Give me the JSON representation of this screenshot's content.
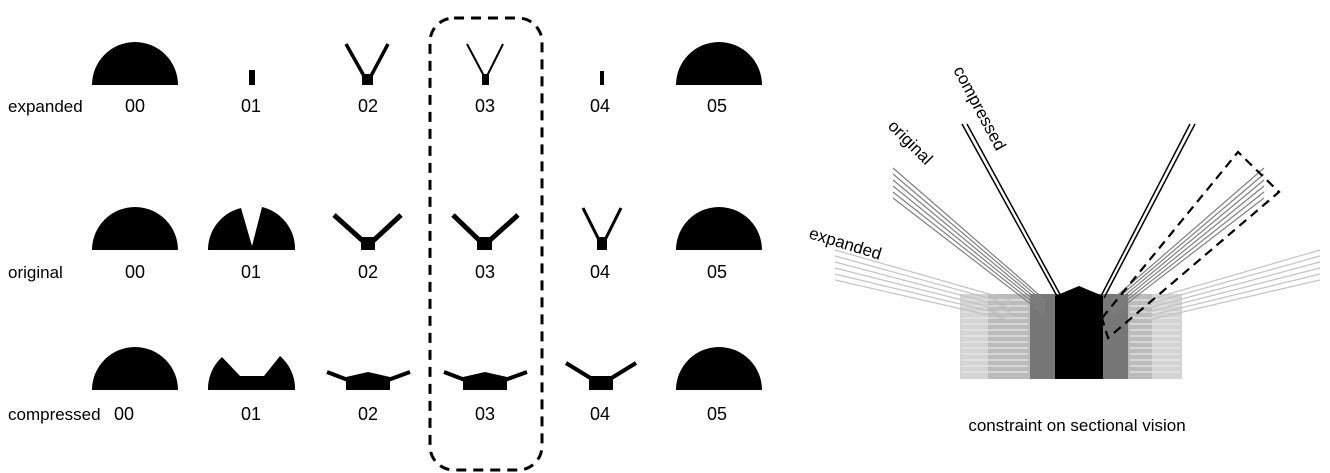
{
  "rows": [
    {
      "label": "expanded",
      "icons": [
        "00",
        "01",
        "02",
        "03",
        "04",
        "05"
      ]
    },
    {
      "label": "original",
      "icons": [
        "00",
        "01",
        "02",
        "03",
        "04",
        "05"
      ]
    },
    {
      "label": "compressed",
      "icons": [
        "00",
        "01",
        "02",
        "03",
        "04",
        "05"
      ]
    }
  ],
  "section_view": {
    "labels": [
      "expanded",
      "original",
      "compressed"
    ],
    "caption": "constraint on sectional vision"
  },
  "colors": {
    "ink": "#000000",
    "dark_gray": "#555555",
    "mid_gray": "#777777",
    "light_gray": "#bbbbbb",
    "pale_gray": "#d4d4d4"
  }
}
